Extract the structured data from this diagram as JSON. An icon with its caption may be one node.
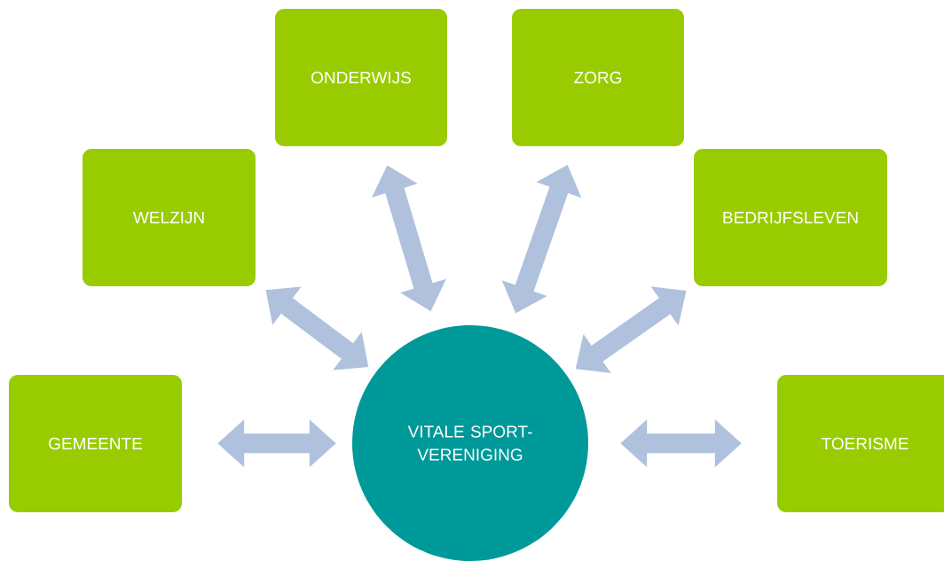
{
  "diagram": {
    "nodes": [
      {
        "text": [
          "ONDERWIJS"
        ]
      },
      {
        "text": [
          "ZORG"
        ]
      },
      {
        "text": [
          "WELZIJN"
        ]
      },
      {
        "text": [
          "BEDRIJFSLEVEN"
        ]
      },
      {
        "text": [
          "GEMEENTE"
        ]
      },
      {
        "text": [
          "VITALE SPORT- VERENIGING"
        ]
      },
      {
        "text": [
          "TOERISME"
        ]
      }
    ],
    "edges": [
      {
        "from": 5,
        "to": 0,
        "arrow": "both"
      },
      {
        "from": 5,
        "to": 1,
        "arrow": "both"
      },
      {
        "from": 5,
        "to": 2,
        "arrow": "both"
      },
      {
        "from": 5,
        "to": 3,
        "arrow": "both"
      },
      {
        "from": 5,
        "to": 4,
        "arrow": "both"
      },
      {
        "from": 5,
        "to": 6,
        "arrow": "both"
      }
    ]
  }
}
